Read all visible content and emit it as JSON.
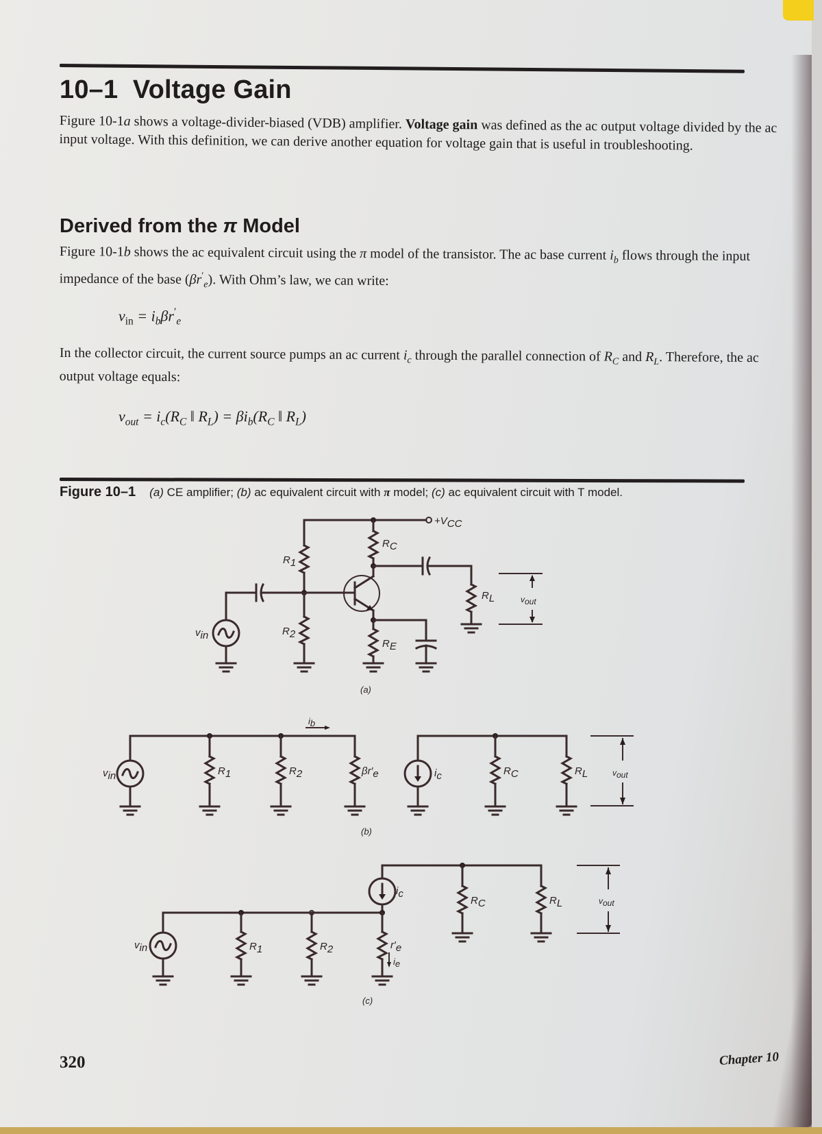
{
  "section": {
    "number": "10–1",
    "title": "Voltage Gain"
  },
  "intro": {
    "part1": "Figure 10-1",
    "part1_italic": "a",
    "part2": " shows a voltage-divider-biased (VDB) amplifier. ",
    "bold": "Voltage gain",
    "part3": " was defined as the ac output voltage divided by the ac input voltage. With this definition, we can derive another equation for voltage gain that is useful in troubleshooting."
  },
  "subsection": {
    "title_prefix": "Derived from the ",
    "title_symbol": "π",
    "title_suffix": " Model"
  },
  "pi_model_para": {
    "part1": "Figure 10-1",
    "part1_italic": "b",
    "part2": " shows the ac equivalent circuit using the ",
    "pi": "π",
    "part3": " model of the transistor. The ac base current ",
    "ib": "i",
    "ib_sub": "b",
    "part4": " flows through the input impedance of the base (",
    "beta_re": "βr",
    "beta_re_sup": "′",
    "beta_re_sub": "e",
    "part5": "). With Ohm’s law, we can write:"
  },
  "equation_vin": {
    "lhs": "v",
    "lhs_sub": "in",
    "rhs": "= i",
    "rhs_sub": "b",
    "rhs_tail": "βr",
    "rhs_sup": "′",
    "rhs_tail_sub": "e"
  },
  "collector_para": {
    "part1": "In the collector circuit, the current source pumps an ac current ",
    "ic": "i",
    "ic_sub": "c",
    "part2": " through the parallel connection of ",
    "rc": "R",
    "rc_sub": "C",
    "part3": " and ",
    "rl": "R",
    "rl_sub": "L",
    "part4": ". Therefore, the ac output voltage equals:"
  },
  "equation_vout": {
    "text": "v_out = i_c(R_C ‖ R_L) = βi_b(R_C ‖ R_L)"
  },
  "figure": {
    "label": "Figure 10–1",
    "caption_a": "(a)",
    "caption_a_text": " CE amplifier; ",
    "caption_b": "(b)",
    "caption_b_text": " ac equivalent circuit with ",
    "caption_pi": "π",
    "caption_b_tail": " model; ",
    "caption_c": "(c)",
    "caption_c_text": " ac equivalent circuit with T model.",
    "panel_a": {
      "label": "(a)",
      "vcc": "+V",
      "vcc_sub": "CC",
      "r1": "R",
      "r1_sub": "1",
      "r2": "R",
      "r2_sub": "2",
      "rc": "R",
      "rc_sub": "C",
      "re": "R",
      "re_sub": "E",
      "rl": "R",
      "rl_sub": "L",
      "vin": "v",
      "vin_sub": "in",
      "vout": "v",
      "vout_sub": "out"
    },
    "panel_b": {
      "label": "(b)",
      "vin": "v",
      "vin_sub": "in",
      "r1": "R",
      "r1_sub": "1",
      "r2": "R",
      "r2_sub": "2",
      "beta_re": "βr′",
      "beta_re_sub": "e",
      "ib": "i",
      "ib_sub": "b",
      "ic": "i",
      "ic_sub": "c",
      "rc": "R",
      "rc_sub": "C",
      "rl": "R",
      "rl_sub": "L",
      "vout": "v",
      "vout_sub": "out"
    },
    "panel_c": {
      "label": "(c)",
      "vin": "v",
      "vin_sub": "in",
      "r1": "R",
      "r1_sub": "1",
      "r2": "R",
      "r2_sub": "2",
      "re": "r′",
      "re_sub": "e",
      "ie": "i",
      "ie_sub": "e",
      "ic": "i",
      "ic_sub": "c",
      "rc": "R",
      "rc_sub": "C",
      "rl": "R",
      "rl_sub": "L",
      "vout": "v",
      "vout_sub": "out"
    }
  },
  "footer": {
    "page_number": "320",
    "chapter": "Chapter 10"
  }
}
